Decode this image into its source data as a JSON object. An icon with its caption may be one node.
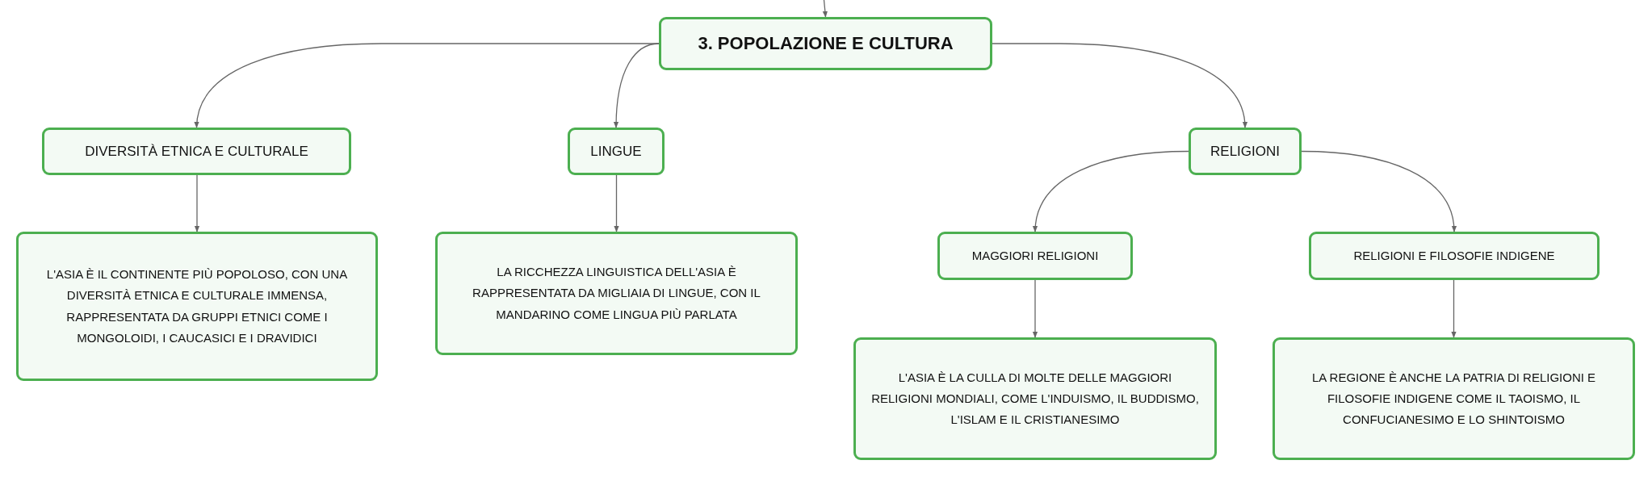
{
  "diagram": {
    "nodes": [
      {
        "text": [
          "3. POPOLAZIONE E CULTURA"
        ]
      },
      {
        "text": [
          "DIVERSITÀ ETNICA E CULTURALE"
        ]
      },
      {
        "text": [
          "LINGUE"
        ]
      },
      {
        "text": [
          "RELIGIONI"
        ]
      },
      {
        "text": [
          "L'ASIA È IL CONTINENTE PIÙ POPOLOSO, CON UNA DIVERSITÀ ETNICA E CULTURALE IMMENSA, RAPPRESENTATA DA GRUPPI ETNICI COME I MONGOLOIDI, I CAUCASICI E I DRAVIDICI"
        ]
      },
      {
        "text": [
          "LA RICCHEZZA LINGUISTICA DELL'ASIA È RAPPRESENTATA DA MIGLIAIA DI LINGUE, CON IL MANDARINO COME LINGUA PIÙ PARLATA"
        ]
      },
      {
        "text": [
          "MAGGIORI RELIGIONI"
        ]
      },
      {
        "text": [
          "RELIGIONI E FILOSOFIE INDIGENE"
        ]
      },
      {
        "text": [
          "L'ASIA È LA CULLA DI MOLTE DELLE MAGGIORI RELIGIONI MONDIALI, COME L'INDUISMO, IL BUDDISMO, L'ISLAM E IL CRISTIANESIMO"
        ]
      },
      {
        "text": [
          "LA REGIONE È ANCHE LA PATRIA DI RELIGIONI E FILOSOFIE INDIGENE COME IL TAOISMO, IL CONFUCIANESIMO E LO SHINTOISMO"
        ]
      }
    ],
    "edges": [
      {
        "from": null,
        "to": 0,
        "arrow": "to"
      },
      {
        "from": 0,
        "to": 1,
        "arrow": "to"
      },
      {
        "from": 0,
        "to": 2,
        "arrow": "to"
      },
      {
        "from": 0,
        "to": 3,
        "arrow": "to"
      },
      {
        "from": 1,
        "to": 4,
        "arrow": "to"
      },
      {
        "from": 2,
        "to": 5,
        "arrow": "to"
      },
      {
        "from": 3,
        "to": 6,
        "arrow": "to"
      },
      {
        "from": 3,
        "to": 7,
        "arrow": "to"
      },
      {
        "from": 6,
        "to": 8,
        "arrow": "to"
      },
      {
        "from": 7,
        "to": 9,
        "arrow": "to"
      }
    ]
  }
}
